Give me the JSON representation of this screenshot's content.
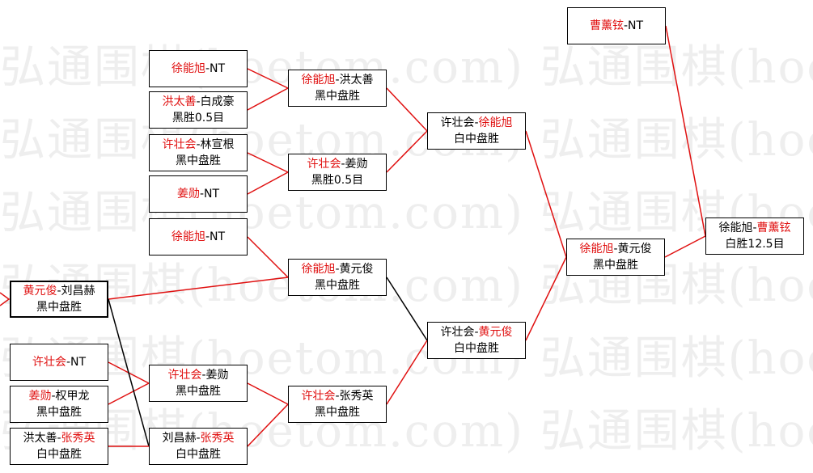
{
  "watermark": {
    "text": "弘通围棋(hoetom.com) 弘通围棋(hoetom.com) 弘通围棋(hoetom.com)"
  },
  "colors": {
    "winner": "#e01010",
    "normal": "#000000",
    "line_red": "#e01010",
    "line_black": "#000000"
  },
  "matches": [
    {
      "id": "m1",
      "thick": false,
      "p1": "曹薰铉",
      "p1_winner": true,
      "sep": "-",
      "p2": "NT",
      "p2_winner": false,
      "result": ""
    },
    {
      "id": "m2",
      "thick": false,
      "p1": "徐能旭",
      "p1_winner": true,
      "sep": "-",
      "p2": "NT",
      "p2_winner": false,
      "result": ""
    },
    {
      "id": "m3",
      "thick": false,
      "p1": "洪太善",
      "p1_winner": true,
      "sep": "-",
      "p2": "白成豪",
      "p2_winner": false,
      "result": "黑胜0.5目"
    },
    {
      "id": "m4",
      "thick": false,
      "p1": "许壮会",
      "p1_winner": true,
      "sep": "-",
      "p2": "林宣根",
      "p2_winner": false,
      "result": "黑中盘胜"
    },
    {
      "id": "m5",
      "thick": false,
      "p1": "姜勋",
      "p1_winner": true,
      "sep": "-",
      "p2": "NT",
      "p2_winner": false,
      "result": ""
    },
    {
      "id": "m6",
      "thick": false,
      "p1": "徐能旭",
      "p1_winner": true,
      "sep": "-",
      "p2": "NT",
      "p2_winner": false,
      "result": ""
    },
    {
      "id": "m7",
      "thick": true,
      "p1": "黄元俊",
      "p1_winner": true,
      "sep": "-",
      "p2": "刘昌赫",
      "p2_winner": false,
      "result": "黑中盘胜"
    },
    {
      "id": "m8",
      "thick": false,
      "p1": "许壮会",
      "p1_winner": true,
      "sep": "-",
      "p2": "NT",
      "p2_winner": false,
      "result": ""
    },
    {
      "id": "m9",
      "thick": false,
      "p1": "姜勋",
      "p1_winner": true,
      "sep": "-",
      "p2": "权甲龙",
      "p2_winner": false,
      "result": "黑中盘胜"
    },
    {
      "id": "m10",
      "thick": false,
      "p1": "洪太善",
      "p1_winner": false,
      "sep": "-",
      "p2": "张秀英",
      "p2_winner": true,
      "result": "白中盘胜"
    },
    {
      "id": "m11",
      "thick": false,
      "p1": "徐能旭",
      "p1_winner": true,
      "sep": "-",
      "p2": "洪太善",
      "p2_winner": false,
      "result": "黑中盘胜"
    },
    {
      "id": "m12",
      "thick": false,
      "p1": "许壮会",
      "p1_winner": true,
      "sep": "-",
      "p2": "姜勋",
      "p2_winner": false,
      "result": "黑胜0.5目"
    },
    {
      "id": "m13",
      "thick": false,
      "p1": "徐能旭",
      "p1_winner": true,
      "sep": "-",
      "p2": "黄元俊",
      "p2_winner": false,
      "result": "黑中盘胜"
    },
    {
      "id": "m14",
      "thick": false,
      "p1": "许壮会",
      "p1_winner": true,
      "sep": "-",
      "p2": "姜勋",
      "p2_winner": false,
      "result": "黑中盘胜"
    },
    {
      "id": "m15",
      "thick": false,
      "p1": "刘昌赫",
      "p1_winner": false,
      "sep": "-",
      "p2": "张秀英",
      "p2_winner": true,
      "result": "白中盘胜"
    },
    {
      "id": "m16",
      "thick": false,
      "p1": "许壮会",
      "p1_winner": true,
      "sep": "-",
      "p2": "张秀英",
      "p2_winner": false,
      "result": "黑中盘胜"
    },
    {
      "id": "m17",
      "thick": false,
      "p1": "许壮会",
      "p1_winner": false,
      "sep": "-",
      "p2": "徐能旭",
      "p2_winner": true,
      "result": "白中盘胜"
    },
    {
      "id": "m18",
      "thick": false,
      "p1": "许壮会",
      "p1_winner": false,
      "sep": "-",
      "p2": "黄元俊",
      "p2_winner": true,
      "result": "白中盘胜"
    },
    {
      "id": "m19",
      "thick": false,
      "p1": "徐能旭",
      "p1_winner": true,
      "sep": "-",
      "p2": "黄元俊",
      "p2_winner": false,
      "result": "黑中盘胜"
    },
    {
      "id": "m20",
      "thick": false,
      "p1": "徐能旭",
      "p1_winner": false,
      "sep": "-",
      "p2": "曹薰铉",
      "p2_winner": true,
      "result": "白胜12.5目"
    }
  ],
  "connectors": [
    {
      "from": "m2",
      "to": "m11",
      "color": "red"
    },
    {
      "from": "m3",
      "to": "m11",
      "color": "red"
    },
    {
      "from": "m4",
      "to": "m12",
      "color": "red"
    },
    {
      "from": "m5",
      "to": "m12",
      "color": "red"
    },
    {
      "from": "m11",
      "to": "m17",
      "color": "red"
    },
    {
      "from": "m12",
      "to": "m17",
      "color": "red"
    },
    {
      "from": "m6",
      "to": "m13",
      "color": "red"
    },
    {
      "from": "m7",
      "to": "m13",
      "color": "red"
    },
    {
      "from": "m8",
      "to": "m14",
      "color": "red"
    },
    {
      "from": "m9",
      "to": "m14",
      "color": "red"
    },
    {
      "from": "m7",
      "to": "m15",
      "color": "black"
    },
    {
      "from": "m10",
      "to": "m15",
      "color": "red"
    },
    {
      "from": "m14",
      "to": "m16",
      "color": "red"
    },
    {
      "from": "m15",
      "to": "m16",
      "color": "red"
    },
    {
      "from": "m13",
      "to": "m18",
      "color": "black"
    },
    {
      "from": "m16",
      "to": "m18",
      "color": "red"
    },
    {
      "from": "m17",
      "to": "m19",
      "color": "red"
    },
    {
      "from": "m18",
      "to": "m19",
      "color": "red"
    },
    {
      "from": "m1",
      "to": "m20",
      "color": "red"
    },
    {
      "from": "m19",
      "to": "m20",
      "color": "red"
    }
  ]
}
